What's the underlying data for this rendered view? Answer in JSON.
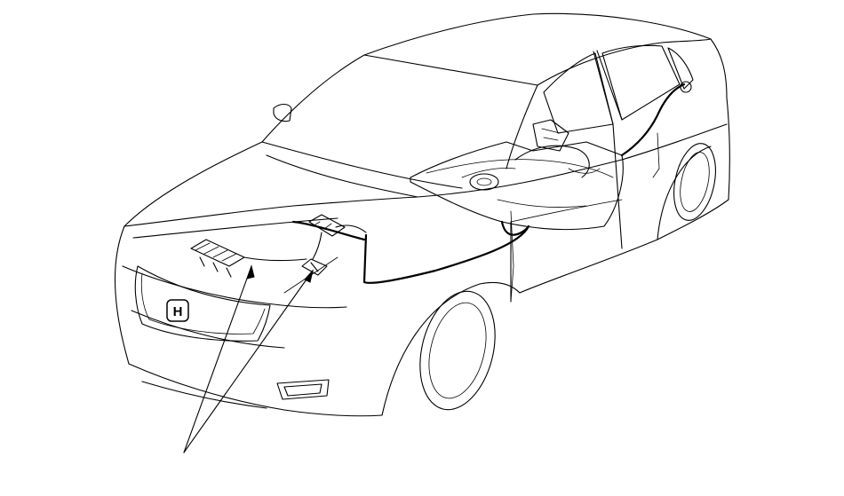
{
  "diagram": {
    "subject": "sedan-fuel-system-cutaway",
    "vehicle_outline_color": "#000000",
    "background_color": "#ffffff",
    "brand_emblem": "H",
    "callout_count": 2,
    "icons": [
      "car-outline",
      "fuel-tank",
      "fuel-rail",
      "fuel-line",
      "callout-arrow",
      "brand-emblem"
    ]
  }
}
